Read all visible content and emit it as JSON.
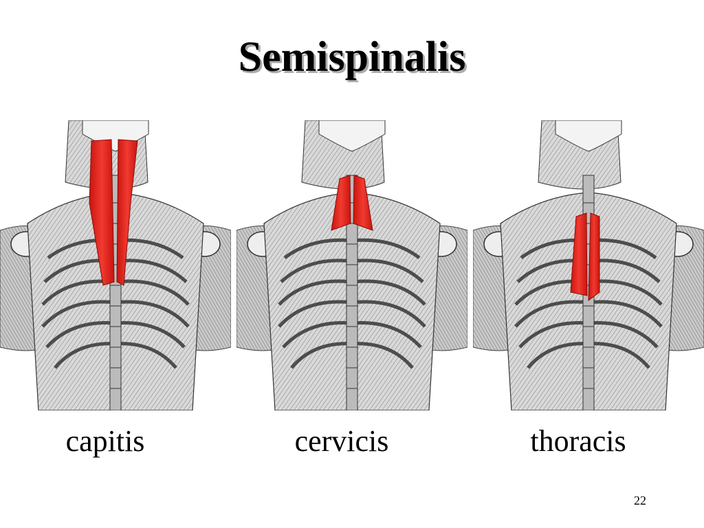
{
  "slide": {
    "title": "Semispinalis",
    "page_number": "22",
    "highlight_color": "#e2231a",
    "panels": [
      {
        "label": "capitis",
        "highlight_region": "skull base to upper thoracic spine"
      },
      {
        "label": "cervicis",
        "highlight_region": "cervical spine"
      },
      {
        "label": "thoracis",
        "highlight_region": "thoracic spine"
      }
    ]
  }
}
